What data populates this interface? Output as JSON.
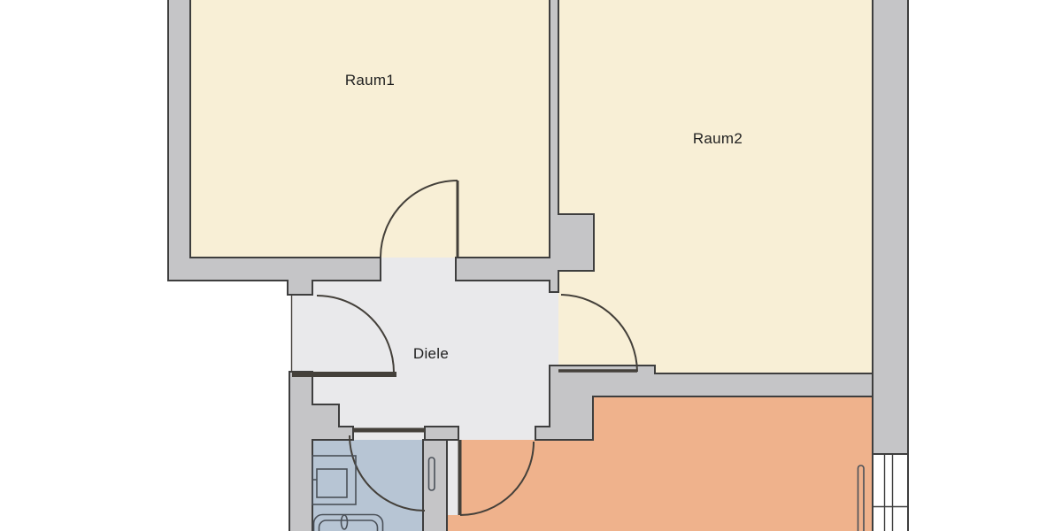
{
  "plan": {
    "background": "#ffffff",
    "colors": {
      "wall_fill": "#c5c5c7",
      "wall_outline": "#3e3e3e",
      "door_line": "#44403a",
      "fixture_line": "#4a5058",
      "window_fill": "#ffffff"
    },
    "rooms": {
      "raum1": {
        "label": "Raum1",
        "fill": "#f8efd6"
      },
      "raum2": {
        "label": "Raum2",
        "fill": "#f8efd6"
      },
      "diele": {
        "label": "Diele",
        "fill": "#e9e9eb"
      },
      "bathroom": {
        "fill": "#b7c5d4"
      },
      "orange_room": {
        "fill": "#efb28c"
      }
    },
    "fixtures": {
      "shower": "shower-tray",
      "bathtub": "bathtub",
      "radiator_bathroom": "radiator",
      "radiator_orange_room": "radiator",
      "window_right": "window"
    }
  }
}
